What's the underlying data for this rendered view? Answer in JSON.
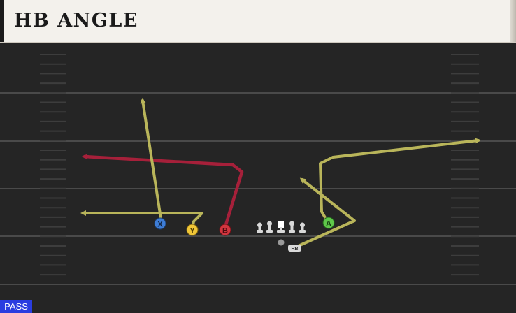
{
  "play": {
    "title": "HB ANGLE",
    "type_badge": "PASS"
  },
  "receivers": [
    {
      "id": "X",
      "label": "X",
      "button_color": "#3e7dd6"
    },
    {
      "id": "Y",
      "label": "Y",
      "button_color": "#f0c637"
    },
    {
      "id": "B",
      "label": "B",
      "button_color": "#d2363f"
    },
    {
      "id": "A",
      "label": "A",
      "button_color": "#5fc74a"
    }
  ],
  "running_back": {
    "label": "RB"
  },
  "colors": {
    "route_default": "#b9b55a",
    "route_primary": "#a6203a",
    "field_background": "#252525",
    "yard_line": "#4a4a4a",
    "lineman": "#d9d9d9",
    "pass_badge": "#2a3de0"
  }
}
